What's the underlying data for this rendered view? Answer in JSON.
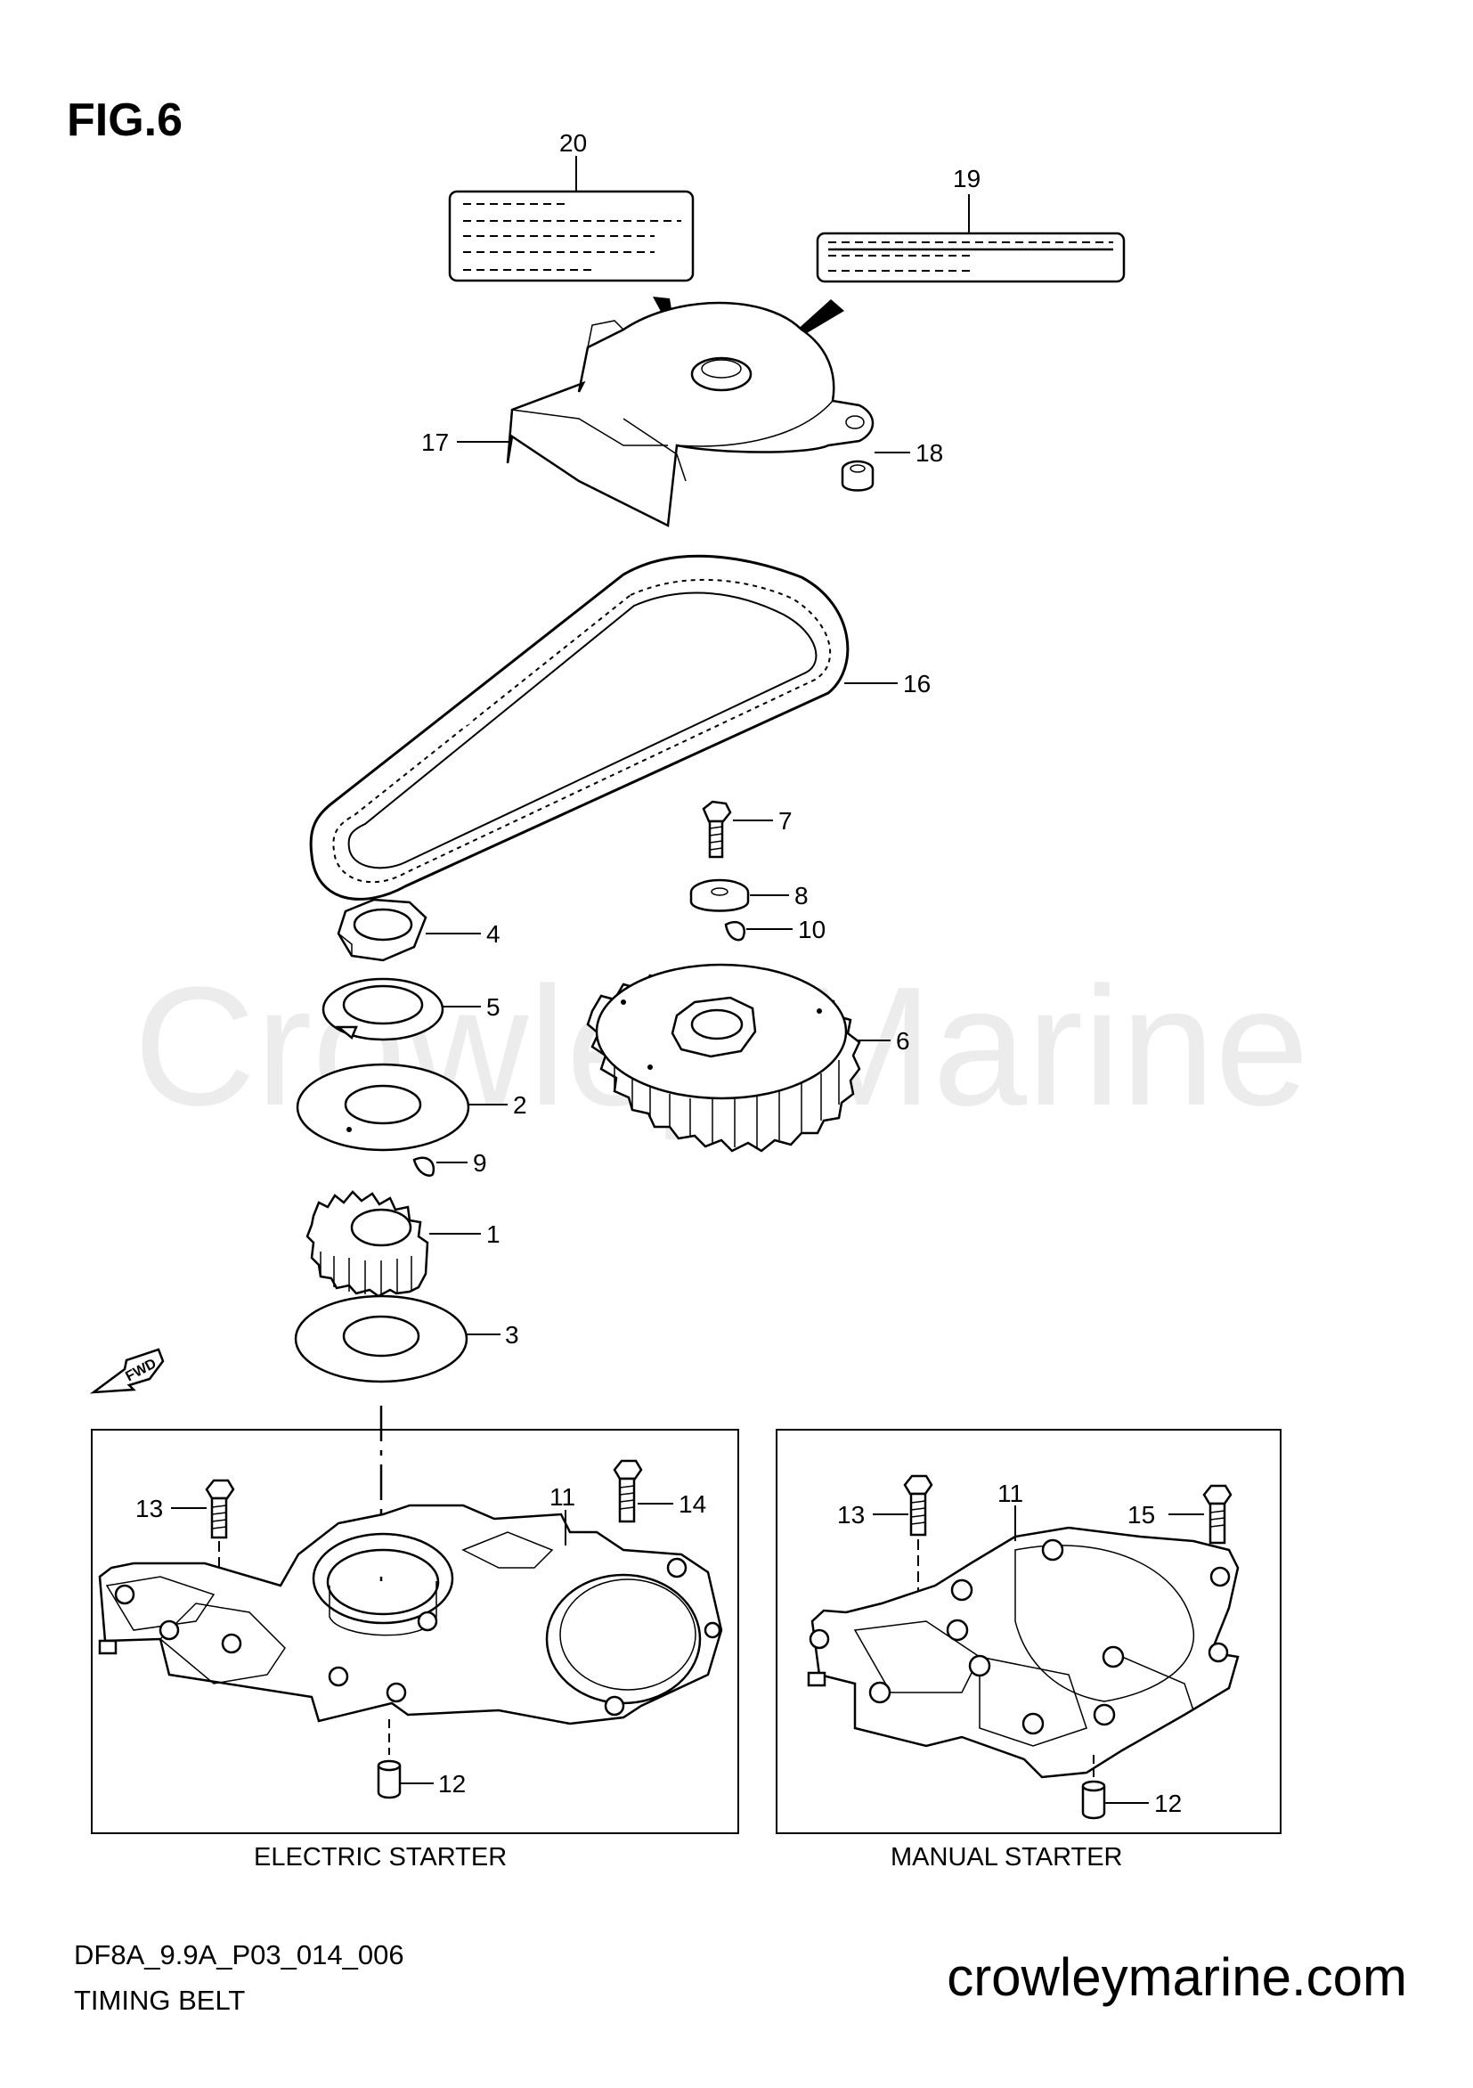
{
  "figure_label": "FIG.6",
  "watermark": "Crowley Marine",
  "footer": {
    "code": "DF8A_9.9A_P03_014_006",
    "title": "TIMING BELT",
    "website": "crowleymarine.com"
  },
  "fwd_label": "FWD",
  "insets": [
    {
      "caption": "ELECTRIC STARTER"
    },
    {
      "caption": "MANUAL STARTER"
    }
  ],
  "callouts": {
    "c1": "1",
    "c2": "2",
    "c3": "3",
    "c4": "4",
    "c5": "5",
    "c6": "6",
    "c7": "7",
    "c8": "8",
    "c9": "9",
    "c10": "10",
    "c11_electric": "11",
    "c11_manual": "11",
    "c12_electric": "12",
    "c12_manual": "12",
    "c13_electric": "13",
    "c13_manual": "13",
    "c14": "14",
    "c15": "15",
    "c16": "16",
    "c17": "17",
    "c18": "18",
    "c19": "19",
    "c20": "20"
  }
}
